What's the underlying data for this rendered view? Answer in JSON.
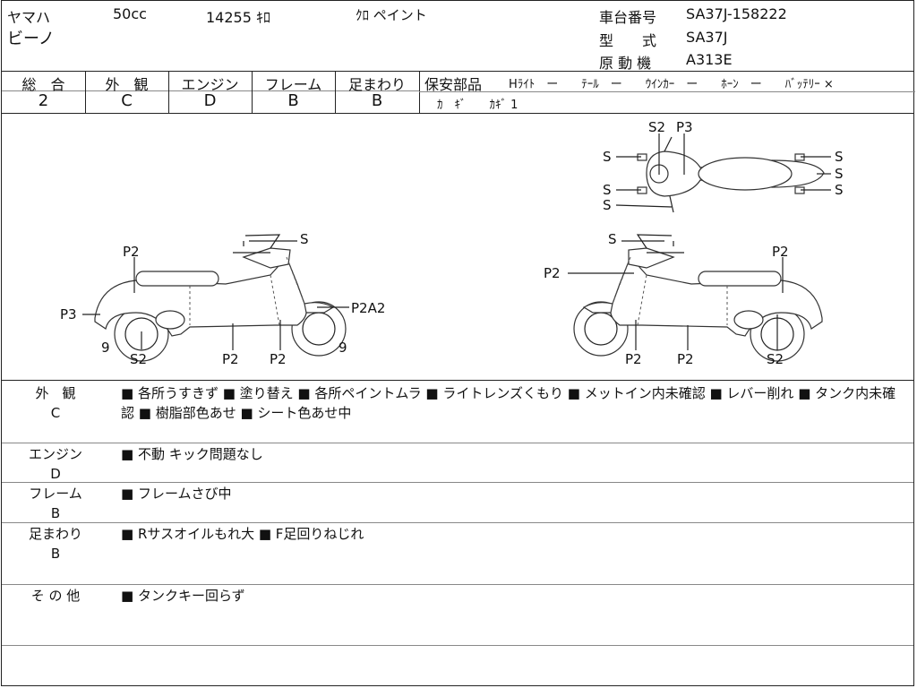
{
  "header": {
    "maker": "ヤマハ",
    "displacement": "50cc",
    "mileage": "14255 ｷﾛ",
    "color": "ｸﾛ ペイント",
    "model_name": "ビーノ",
    "frame_no_label": "車台番号",
    "frame_no": "SA37J-158222",
    "type_label": "型　　式",
    "type_value": "SA37J",
    "engine_label": "原 動 機",
    "engine_value": "A313E"
  },
  "grades": {
    "headers": [
      "総　合",
      "外　観",
      "エンジン",
      "フレーム",
      "足まわり"
    ],
    "values": [
      "2",
      "C",
      "D",
      "B",
      "B"
    ]
  },
  "safety": {
    "label": "保安部品",
    "row1": "Hﾗｲﾄ　ー　　ﾃｰﾙ　ー　　ｳｲﾝｶｰ　ー　　ﾎｰﾝ　ー　　ﾊﾞｯﾃﾘｰ ×",
    "row2": "ｶ　ｷﾞ　　ｶｷﾞ 1"
  },
  "diagram": {
    "labels_left": [
      "P2",
      "P3",
      "9",
      "S2",
      "P2",
      "P2",
      "9",
      "P2A2",
      "S"
    ],
    "labels_right": [
      "S",
      "P2",
      "P2",
      "P2",
      "P2",
      "S2"
    ],
    "labels_top": [
      "S2",
      "P3",
      "S",
      "S",
      "S",
      "S",
      "S",
      "S"
    ]
  },
  "notes": [
    {
      "category": "外　観",
      "grade": "C",
      "text": "■ 各所うすきず ■ 塗り替え ■ 各所ペイントムラ ■ ライトレンズくもり ■ メットイン内未確認 ■ レバー削れ ■ タンク内未確認 ■ 樹脂部色あせ ■ シート色あせ中"
    },
    {
      "category": "エンジン",
      "grade": "D",
      "text": "■ 不動 キック問題なし"
    },
    {
      "category": "フレーム",
      "grade": "B",
      "text": "■ フレームさび中"
    },
    {
      "category": "足まわり",
      "grade": "B",
      "text": "■ Rサスオイルもれ大 ■ F足回りねじれ"
    },
    {
      "category": "そ の 他",
      "grade": "",
      "text": "■ タンクキー回らず"
    }
  ]
}
